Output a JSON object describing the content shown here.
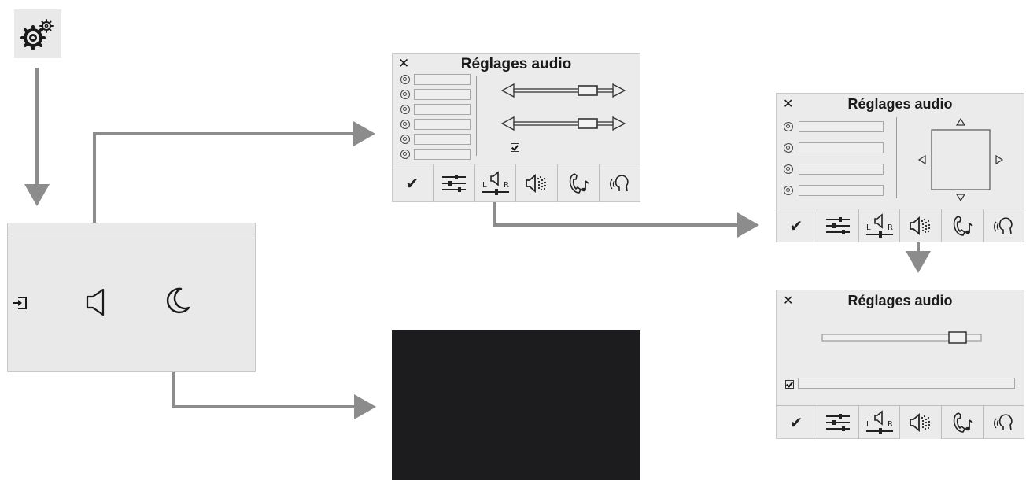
{
  "panel_1": {
    "title": "Réglages audio",
    "close": "✕",
    "confirm": "✔",
    "radio_rows": 6
  },
  "panel_2": {
    "title": "Réglages audio",
    "close": "✕",
    "confirm": "✔",
    "radio_rows": 4
  },
  "panel_3": {
    "title": "Réglages audio",
    "close": "✕",
    "confirm": "✔"
  },
  "balance_tab": {
    "left": "L",
    "right": "R"
  },
  "icons": {
    "settings": "gear-icon",
    "source": "enter-icon",
    "audio": "speaker-icon",
    "night": "moon-icon",
    "close": "close-icon",
    "confirm": "check-icon",
    "equalizer": "equalizer-icon",
    "balance": "balance-icon",
    "ambience": "ambience-icon",
    "ringtone": "phone-music-icon",
    "voice": "voice-icon"
  },
  "colors": {
    "arrow": "#8c8c8c",
    "panel": "#ebebeb",
    "screen": "#1c1b1e"
  }
}
